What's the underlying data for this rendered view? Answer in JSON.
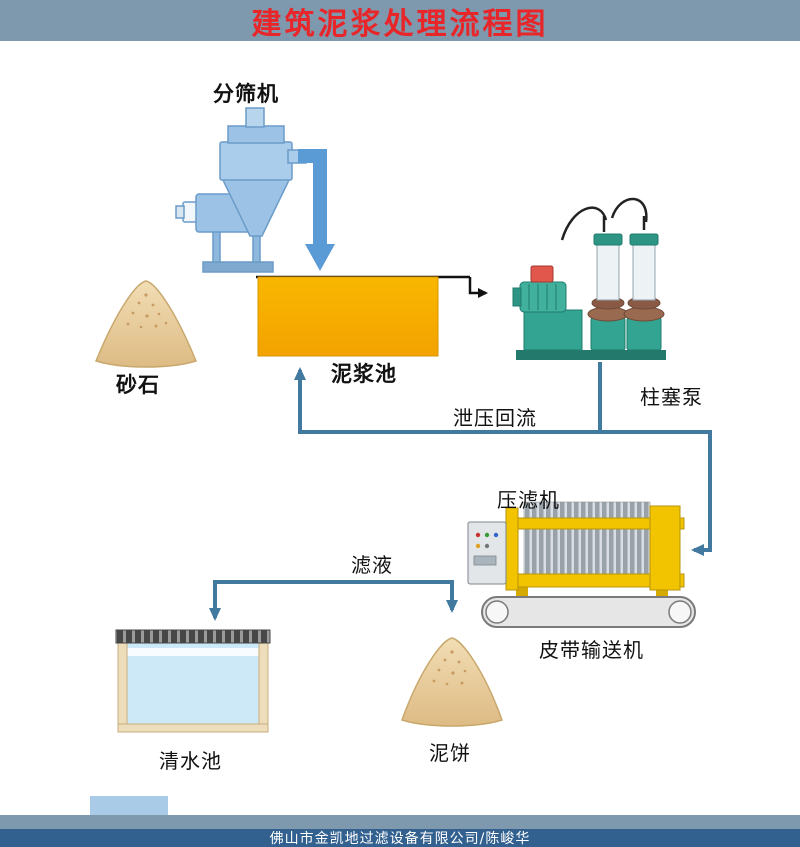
{
  "header": {
    "title": "建筑泥浆处理流程图"
  },
  "nodes": {
    "screener": {
      "label": "分筛机"
    },
    "sand": {
      "label": "砂石"
    },
    "mud_tank": {
      "label": "泥浆池"
    },
    "piston_pump": {
      "label": "柱塞泵"
    },
    "relief_return": {
      "label": "泄压回流"
    },
    "filter_press": {
      "label": "压滤机"
    },
    "filtrate": {
      "label": "滤液"
    },
    "belt_conveyor": {
      "label": "皮带输送机"
    },
    "clear_water_pool": {
      "label": "清水池"
    },
    "mud_cake": {
      "label": "泥饼"
    }
  },
  "footer": {
    "company": "佛山市金凯地过滤设备有限公司/陈峻华"
  },
  "colors": {
    "header_bg": "#7E99AE",
    "title_text": "#E8262A",
    "flow_line": "#41799F",
    "feed_arrow": "#5B9BD5",
    "tank": "#F7AC00",
    "screener_machine": "#9CC3E6",
    "pump": "#33A392",
    "press_frame": "#F2C400",
    "sand_pile": "#EBD2A4",
    "water": "#CDE9F7",
    "footer_bar": "#7E99AE",
    "footer_band": "#33618F",
    "footer_tab": "#A9CBE8"
  }
}
